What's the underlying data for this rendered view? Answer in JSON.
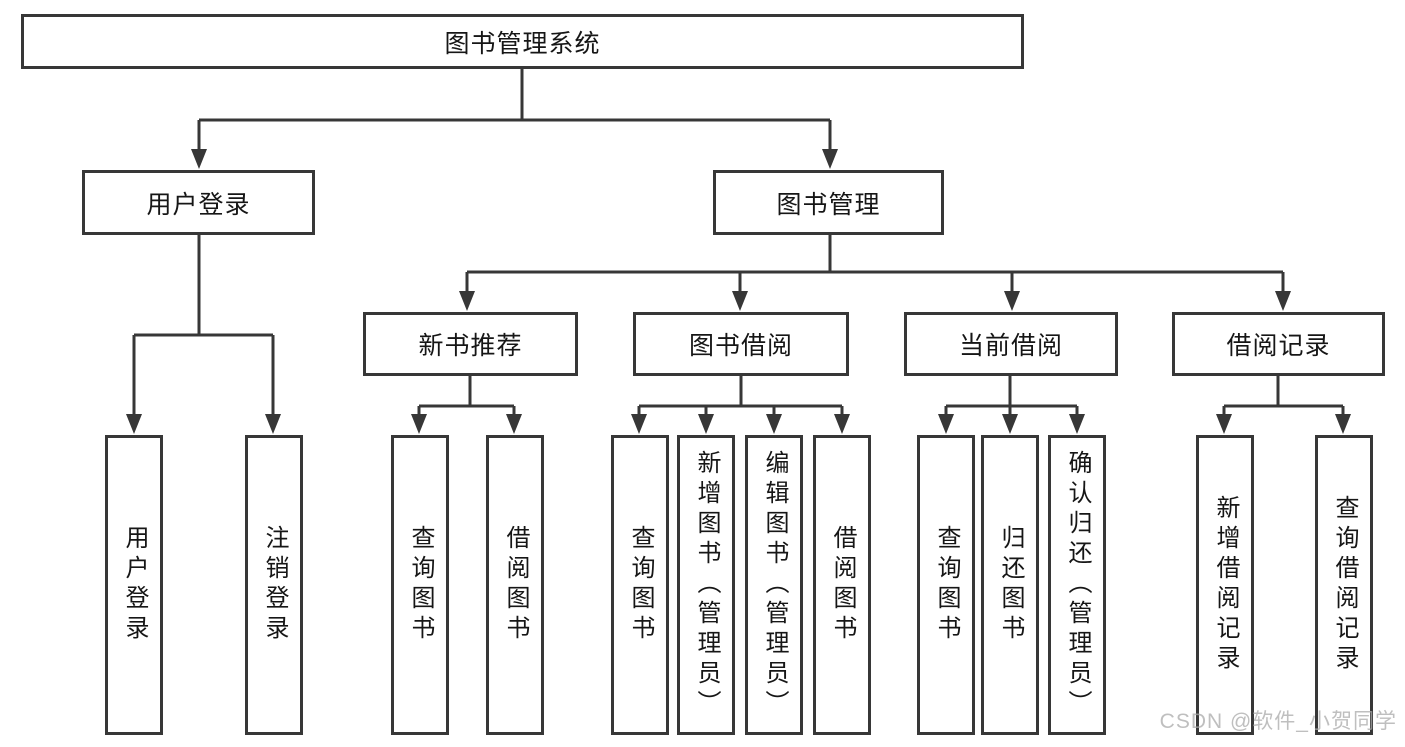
{
  "diagram": {
    "type": "hierarchy-tree",
    "tree": {
      "label": "图书管理系统",
      "children": [
        {
          "label": "用户登录",
          "children": [
            {
              "label": "用户登录"
            },
            {
              "label": "注销登录"
            }
          ]
        },
        {
          "label": "图书管理",
          "children": [
            {
              "label": "新书推荐",
              "children": [
                {
                  "label": "查询图书"
                },
                {
                  "label": "借阅图书"
                }
              ]
            },
            {
              "label": "图书借阅",
              "children": [
                {
                  "label": "查询图书"
                },
                {
                  "label": "新增图书（管理员）"
                },
                {
                  "label": "编辑图书（管理员）"
                },
                {
                  "label": "借阅图书"
                }
              ]
            },
            {
              "label": "当前借阅",
              "children": [
                {
                  "label": "查询图书"
                },
                {
                  "label": "归还图书"
                },
                {
                  "label": "确认归还（管理员）"
                }
              ]
            },
            {
              "label": "借阅记录",
              "children": [
                {
                  "label": "新增借阅记录"
                },
                {
                  "label": "查询借阅记录"
                }
              ]
            }
          ]
        }
      ]
    },
    "colors": {
      "line": "#373737",
      "box_border": "#373737",
      "box_fill": "#ffffff",
      "text": "#161616",
      "background": "#ffffff"
    }
  },
  "watermark": {
    "text": "CSDN @软件_小贺同学"
  }
}
